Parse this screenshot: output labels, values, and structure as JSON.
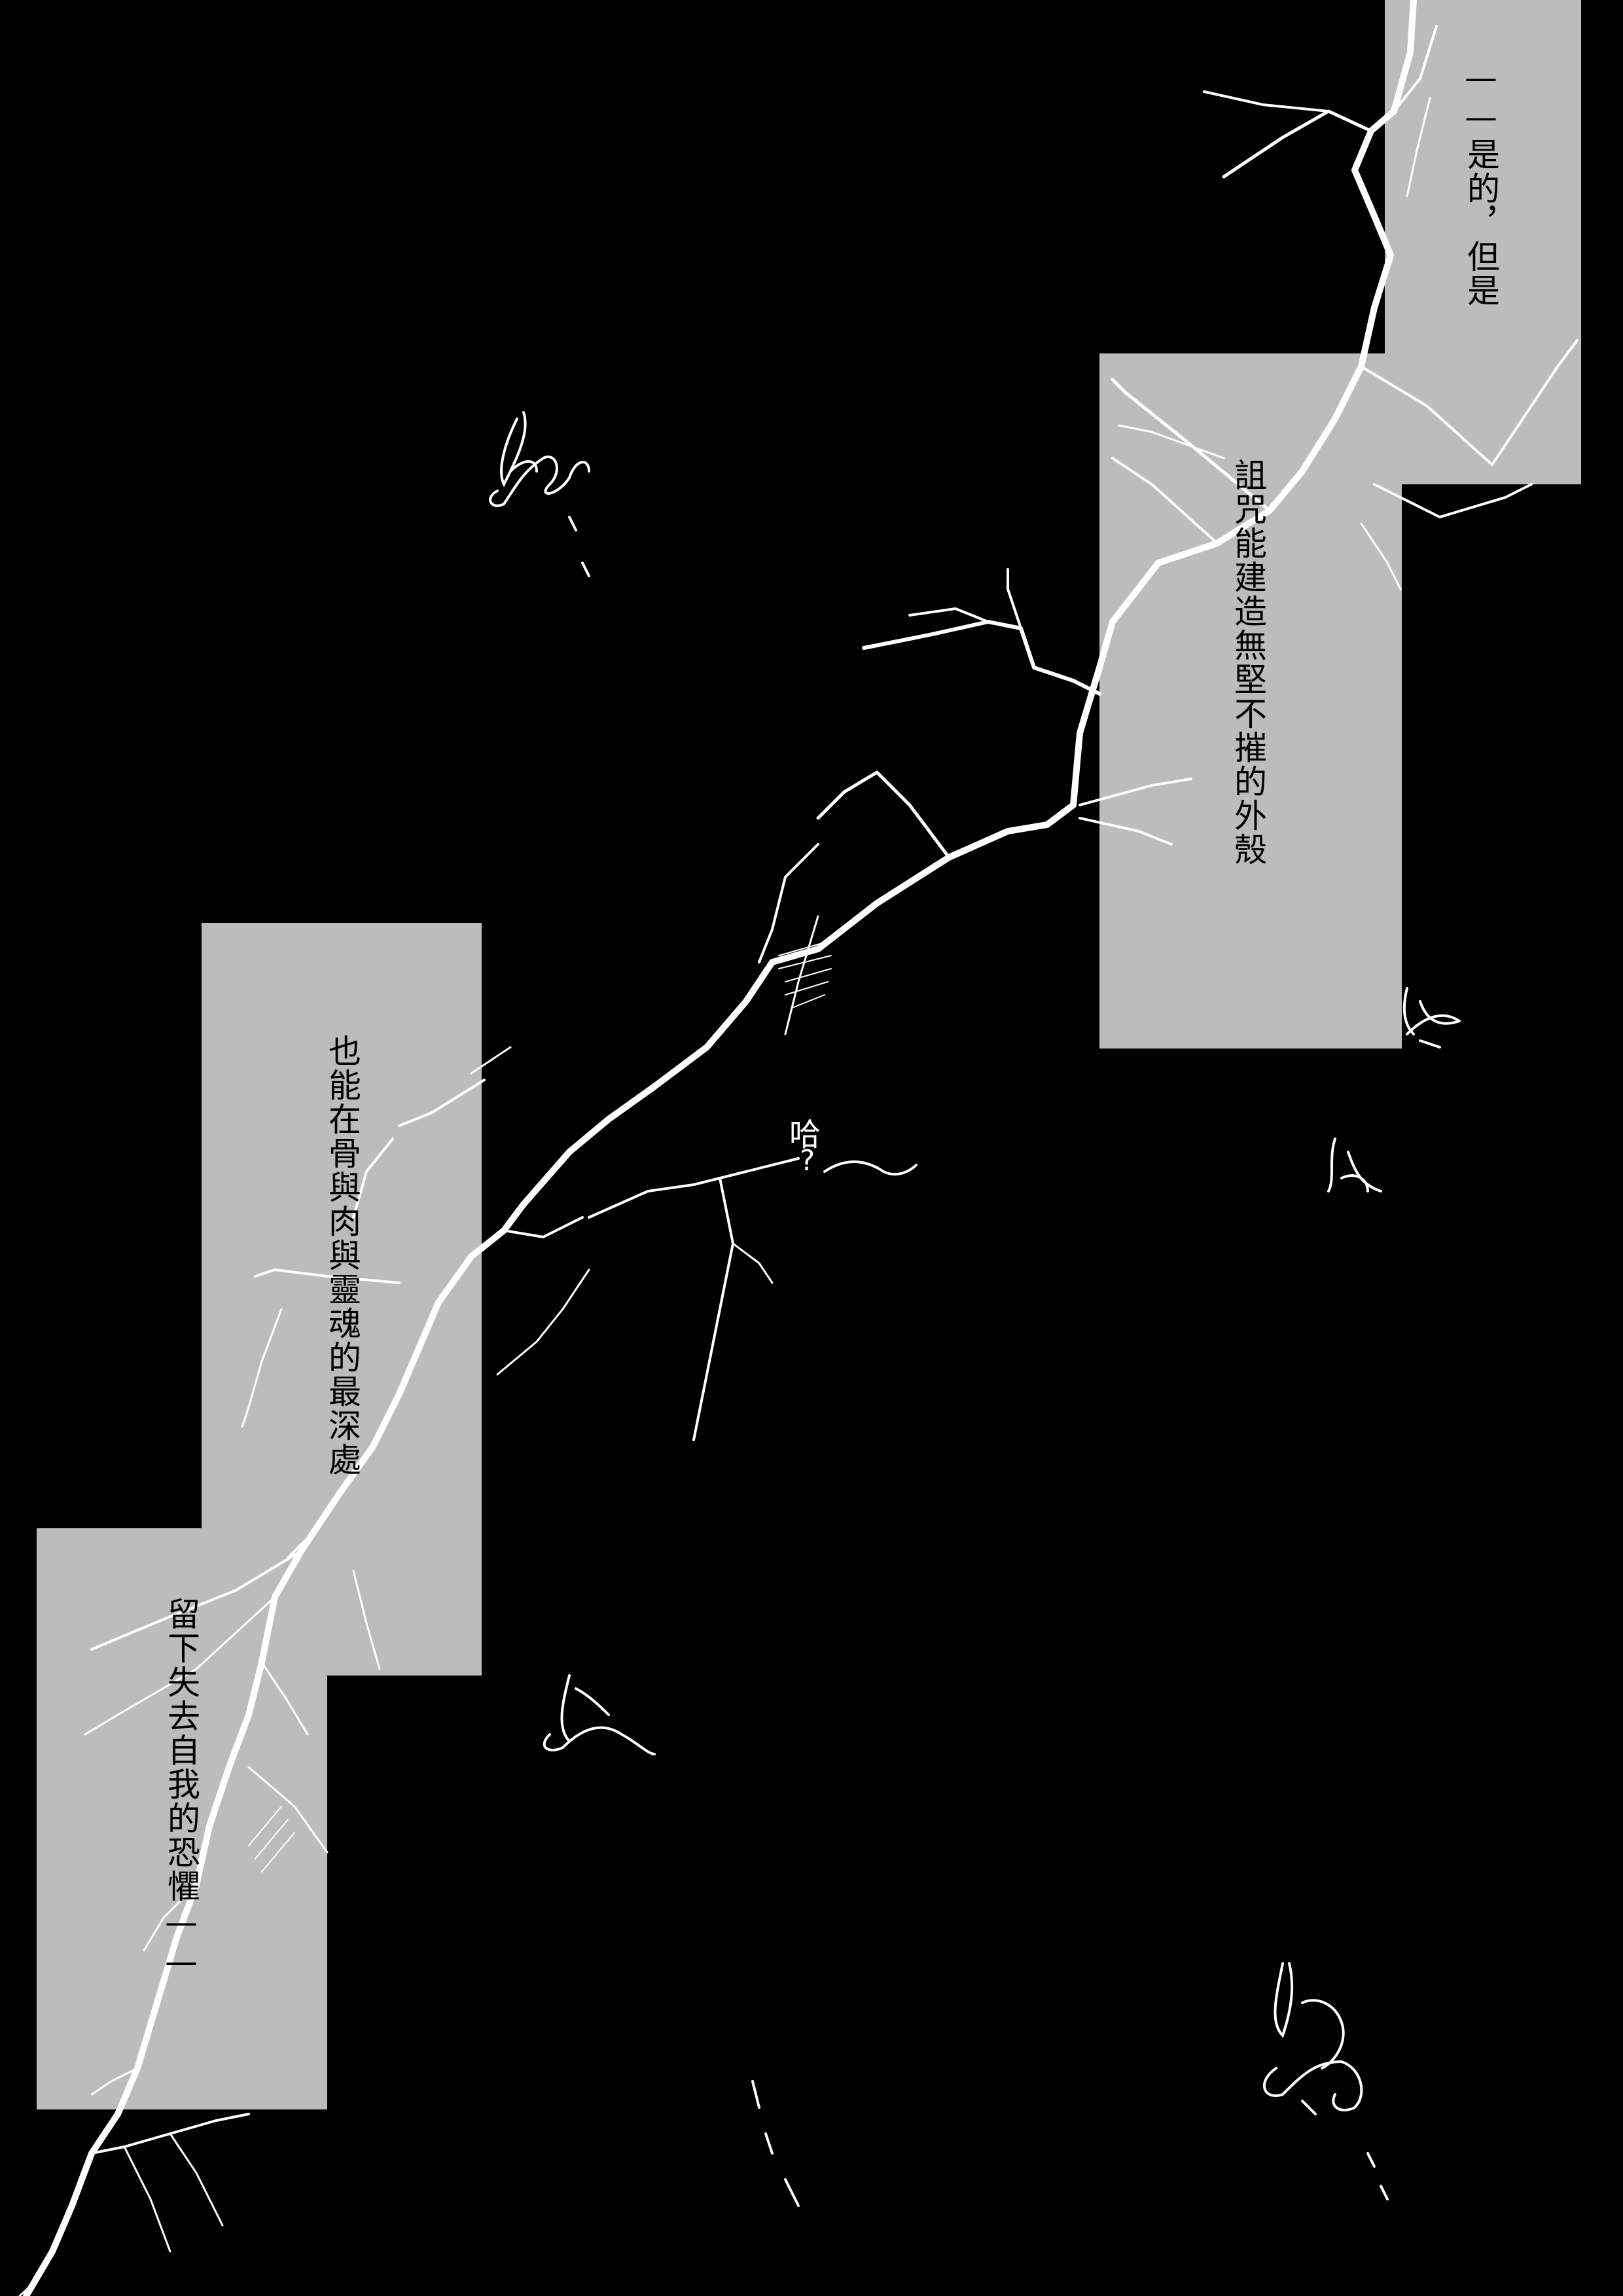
{
  "page": {
    "background_color": "#000000",
    "box_color": "#bcbcbc",
    "crack_color": "#ffffff"
  },
  "narration": {
    "line1": "——是的，但是",
    "line2": "詛咒能建造無堅不摧的外殼",
    "line3": "也能在骨與肉與靈魂的最深處",
    "line4": "留下失去自我的恐懼——"
  },
  "sfx": {
    "ha": "哈",
    "question": "?"
  }
}
